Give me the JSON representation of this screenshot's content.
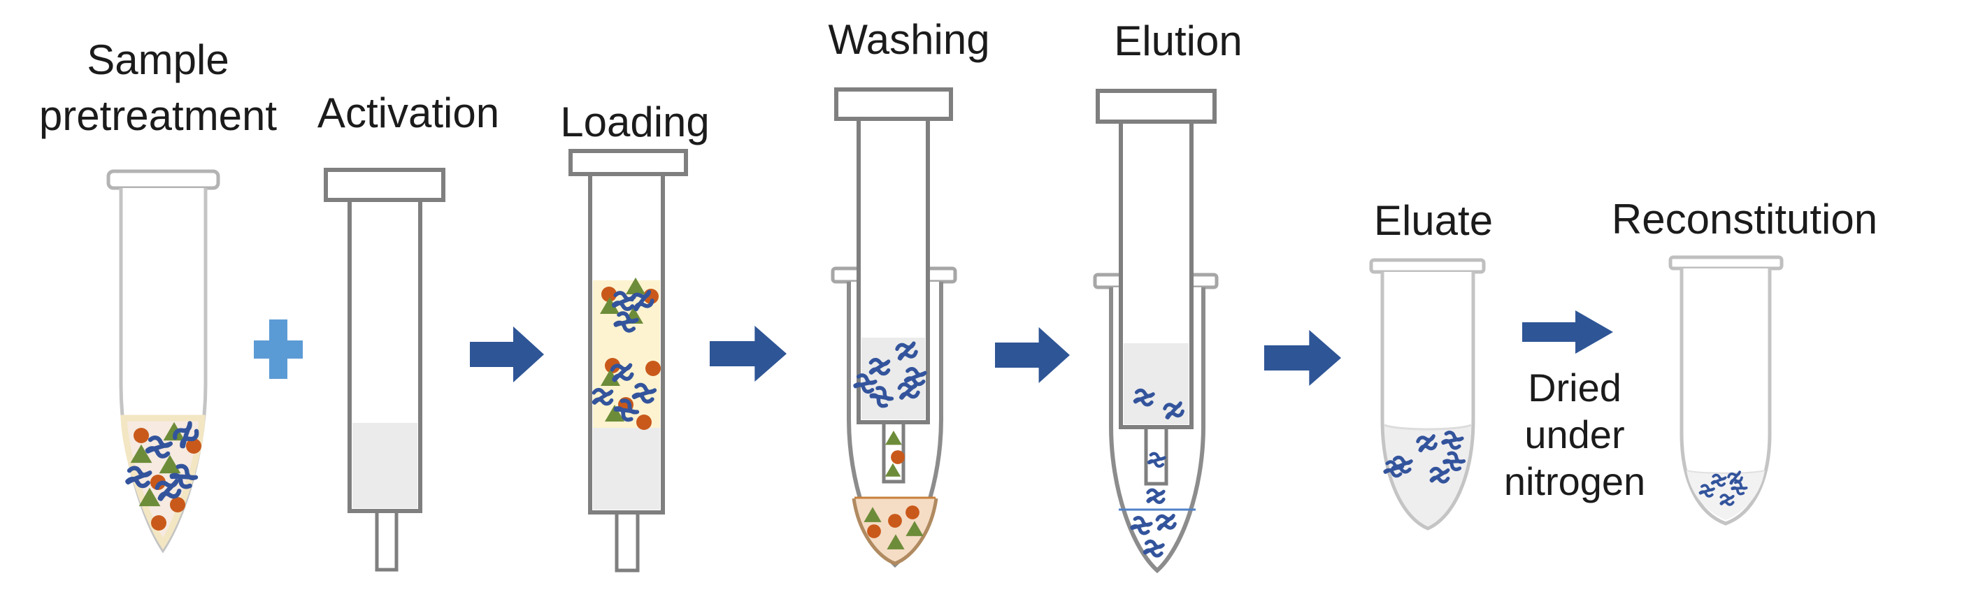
{
  "stages": [
    {
      "key": "sample-pretreatment",
      "label": "Sample pretreatment",
      "label_lines": [
        "Sample",
        "pretreatment"
      ]
    },
    {
      "key": "activation",
      "label": "Activation"
    },
    {
      "key": "loading",
      "label": "Loading"
    },
    {
      "key": "washing",
      "label": "Washing"
    },
    {
      "key": "elution",
      "label": "Elution"
    },
    {
      "key": "eluate",
      "label": "Eluate"
    },
    {
      "key": "reconstitution",
      "label": "Reconstitution"
    }
  ],
  "connectors": {
    "plus_icon": "plus-icon",
    "arrow_icon": "arrow-right-icon",
    "arrow_count": 5,
    "dried_note": "Dried under nitrogen",
    "dried_note_lines": [
      "Dried",
      "under",
      "nitrogen"
    ]
  },
  "icons": {
    "analyte": "squiggle-icon",
    "interferent_round": "dot-icon",
    "interferent_triangular": "triangle-icon",
    "cartridge": "spe-cartridge",
    "tube": "centrifuge-tube"
  },
  "colors": {
    "arrow_blue": "#2e5596",
    "plus_blue": "#5b9bd5",
    "analyte_blue": "#33549c",
    "dot_orange": "#c9591a",
    "triangle_green": "#6d8c39",
    "sorbent_bed_gray": "#ebebeb",
    "sample_layer_yellow": "#fdf3d0",
    "sample_liquid_peach": "#f6eae1",
    "sample_liquid_rim_cream": "#f3e6c3",
    "wash_liquid_peach": "#f5dcc5",
    "wash_surface_line": "#c8803c",
    "elution_surface_line": "#4f81c7",
    "eluate_liquid_gray": "#efeeef",
    "cartridge_outline": "#7f7f7f",
    "tube_outline_light": "#c4c4c4",
    "tube_outline_mid": "#8c8c8c",
    "text": "#1b1b1b"
  }
}
